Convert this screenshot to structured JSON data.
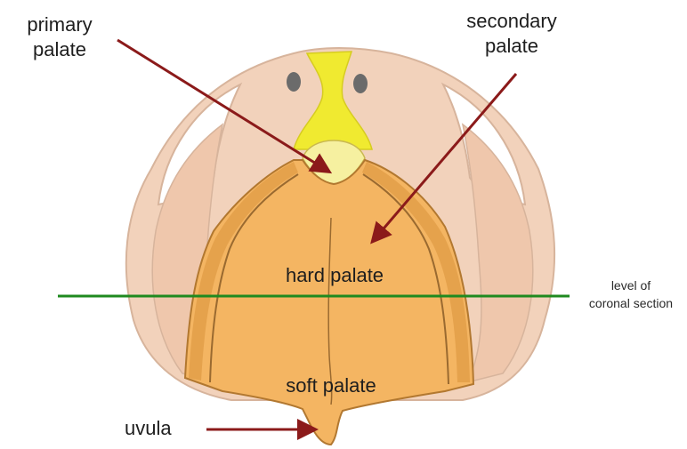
{
  "labels": {
    "primary_palate": [
      "primary",
      "palate"
    ],
    "secondary_palate": [
      "secondary",
      "palate"
    ],
    "hard_palate": "hard palate",
    "soft_palate": "soft palate",
    "uvula": "uvula",
    "level_of_coronal_section": [
      "level of",
      "coronal section"
    ]
  },
  "colors": {
    "skin": "#f2d2bb",
    "skin_edge": "#d7b49c",
    "premaxilla": "#f0ea30",
    "palate_fill": "#f4b562",
    "palate_dark": "#d8913a",
    "ridge_line": "#9a6a30",
    "arrow": "#8b1a1a",
    "section_line": "#1f8a1f"
  }
}
